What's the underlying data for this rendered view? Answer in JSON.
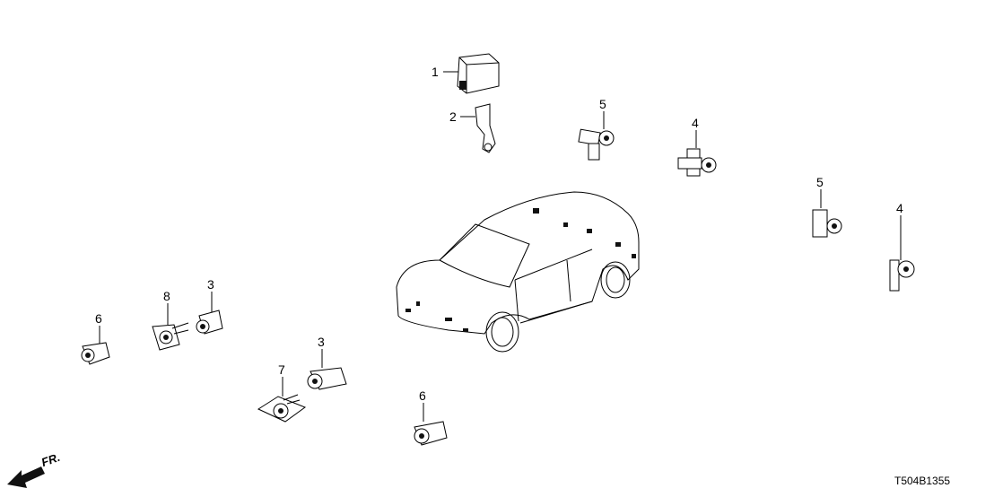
{
  "diagram_code": "T504B1355",
  "front_indicator": "FR.",
  "callouts": [
    {
      "part": "1",
      "name": "control-unit"
    },
    {
      "part": "2",
      "name": "bracket"
    },
    {
      "part": "5",
      "name": "sensor-with-bracket"
    },
    {
      "part": "4",
      "name": "sensor-with-bracket"
    },
    {
      "part": "5",
      "name": "sensor-with-bracket"
    },
    {
      "part": "4",
      "name": "sensor-with-bracket"
    },
    {
      "part": "6",
      "name": "sensor"
    },
    {
      "part": "8",
      "name": "sensor-holder"
    },
    {
      "part": "3",
      "name": "sensor"
    },
    {
      "part": "3",
      "name": "sensor"
    },
    {
      "part": "7",
      "name": "sensor-holder"
    },
    {
      "part": "6",
      "name": "sensor"
    }
  ]
}
